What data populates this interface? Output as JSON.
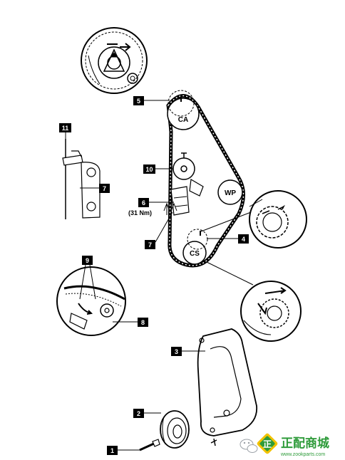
{
  "diagram": {
    "callouts": [
      {
        "id": "c1",
        "text": "1"
      },
      {
        "id": "c2",
        "text": "2"
      },
      {
        "id": "c3",
        "text": "3"
      },
      {
        "id": "c4",
        "text": "4"
      },
      {
        "id": "c5",
        "text": "5"
      },
      {
        "id": "c6",
        "text": "6"
      },
      {
        "id": "c7a",
        "text": "7"
      },
      {
        "id": "c7b",
        "text": "7"
      },
      {
        "id": "c8",
        "text": "8"
      },
      {
        "id": "c9",
        "text": "9"
      },
      {
        "id": "c10",
        "text": "10"
      },
      {
        "id": "c11",
        "text": "11"
      }
    ],
    "pulleys": {
      "camshaft": "CA",
      "water_pump": "WP",
      "crankshaft": "CS"
    },
    "torque_note": "(31 Nm)"
  },
  "watermark": {
    "brand": "正配商城",
    "url": "www.zookparts.com",
    "logo_char": "正"
  },
  "colors": {
    "line": "#000000",
    "label_bg": "#000000",
    "label_text": "#ffffff",
    "watermark_green": "#2e9b3a",
    "logo_yellow": "#f2c200"
  }
}
